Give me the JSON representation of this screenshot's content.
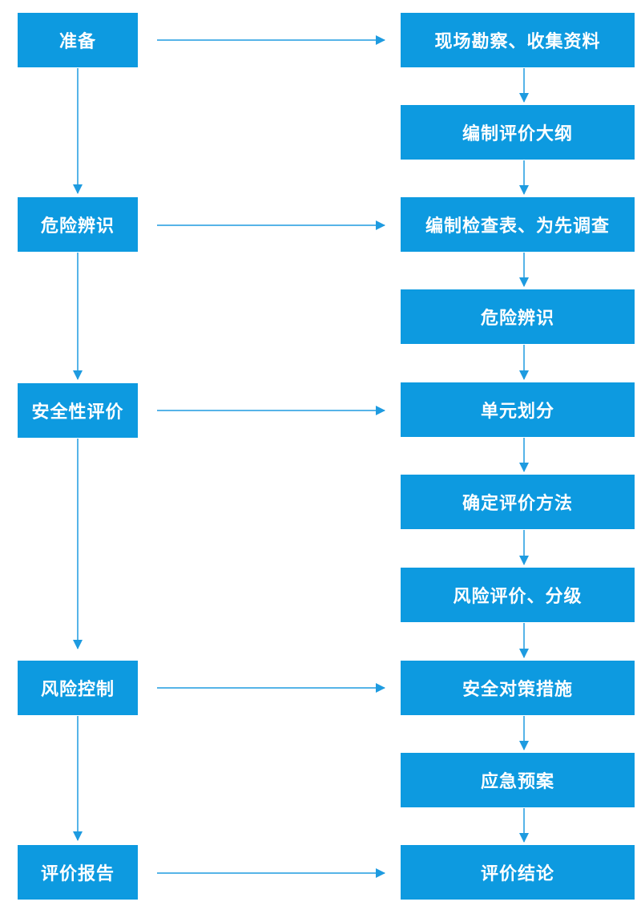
{
  "colors": {
    "box": "#0d9ae0",
    "arrow": "#1e9be0",
    "text": "#ffffff"
  },
  "left_column": [
    {
      "label": "准备"
    },
    {
      "label": "危险辨识"
    },
    {
      "label": "安全性评价"
    },
    {
      "label": "风险控制"
    },
    {
      "label": "评价报告"
    }
  ],
  "right_column": [
    {
      "label": "现场勘察、收集资料"
    },
    {
      "label": "编制评价大纲"
    },
    {
      "label": "编制检查表、为先调查"
    },
    {
      "label": "危险辨识"
    },
    {
      "label": "单元划分"
    },
    {
      "label": "确定评价方法"
    },
    {
      "label": "风险评价、分级"
    },
    {
      "label": "安全对策措施"
    },
    {
      "label": "应急预案"
    },
    {
      "label": "评价结论"
    }
  ]
}
